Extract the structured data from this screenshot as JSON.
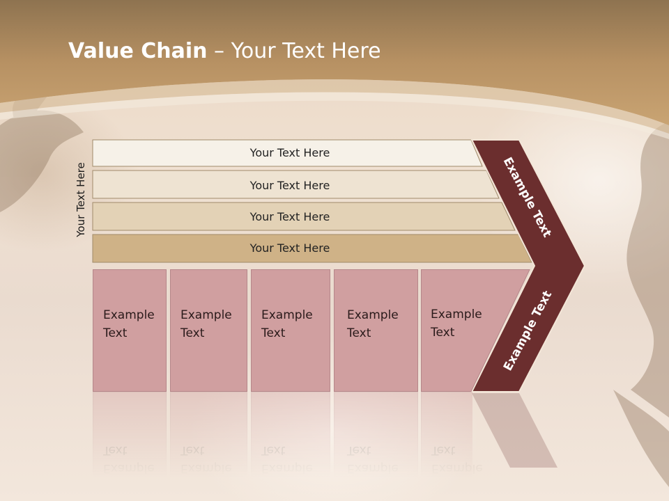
{
  "slide": {
    "title_bold": "Value Chain",
    "title_rest": " – Your Text Here",
    "side_label": "Your Text Here"
  },
  "bars": [
    {
      "label": "Your Text Here",
      "color": "#f6f1e8"
    },
    {
      "label": "Your Text Here",
      "color": "#eee3d2"
    },
    {
      "label": "Your Text Here",
      "color": "#e3d2b6"
    },
    {
      "label": "Your Text Here",
      "color": "#cfb287"
    }
  ],
  "boxes": [
    {
      "line1": "Example",
      "line2": "Text"
    },
    {
      "line1": "Example",
      "line2": "Text"
    },
    {
      "line1": "Example",
      "line2": "Text"
    },
    {
      "line1": "Example",
      "line2": "Text"
    },
    {
      "line1": "Example",
      "line2": "Text"
    }
  ],
  "chevron": {
    "upper_label": "Example Text",
    "lower_label": "Example Text",
    "color": "#6b2e2e"
  },
  "colors": {
    "header": "#b89262",
    "box_fill": "#d09fa0"
  }
}
